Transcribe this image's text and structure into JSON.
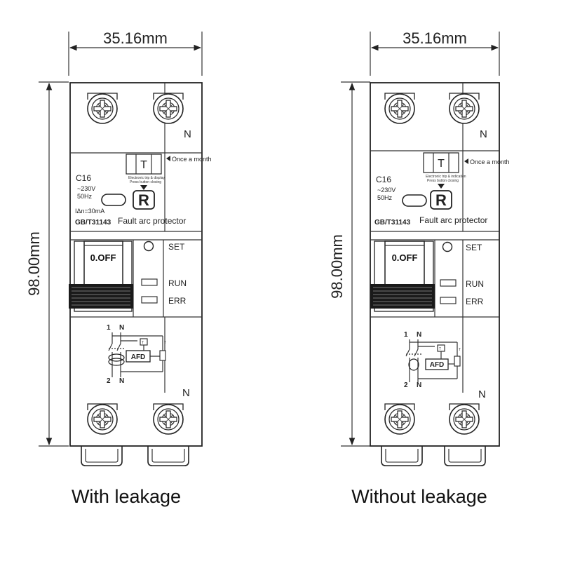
{
  "devices": [
    {
      "caption": "With leakage",
      "width_label": "35.16mm",
      "height_label": "98.00mm",
      "neutral_top": "N",
      "neutral_bottom": "N",
      "test_button": "T",
      "reset_symbol": "R",
      "once_a_month": "Once a month",
      "test_note_1": "Electronic trip & display",
      "test_note_2": "Press button closing",
      "rating": "C16",
      "voltage": "~230V",
      "frequency": "50Hz",
      "leakage_current": "IΔn=30mA",
      "standard": "GB/T31143",
      "product_name": "Fault arc protector",
      "handle_state": "0.OFF",
      "set_label": "SET",
      "run_label": "RUN",
      "err_label": "ERR",
      "circuit": {
        "pole_1": "1",
        "pole_2": "2",
        "neutral_in": "N",
        "neutral_out": "N",
        "afd_label": "AFD",
        "t_label": "T"
      }
    },
    {
      "caption": "Without leakage",
      "width_label": "35.16mm",
      "height_label": "98.00mm",
      "neutral_top": "N",
      "neutral_bottom": "N",
      "test_button": "T",
      "reset_symbol": "R",
      "once_a_month": "Once a month",
      "test_note_1": "Electronic trip & indication",
      "test_note_2": "Press button closing",
      "rating": "C16",
      "voltage": "~230V",
      "frequency": "50Hz",
      "standard": "GB/T31143",
      "product_name": "Fault arc protector",
      "handle_state": "0.OFF",
      "set_label": "SET",
      "run_label": "RUN",
      "err_label": "ERR",
      "circuit": {
        "pole_1": "1",
        "pole_2": "2",
        "neutral_in": "N",
        "neutral_out": "N",
        "afd_label": "AFD",
        "t_label": "T"
      }
    }
  ]
}
